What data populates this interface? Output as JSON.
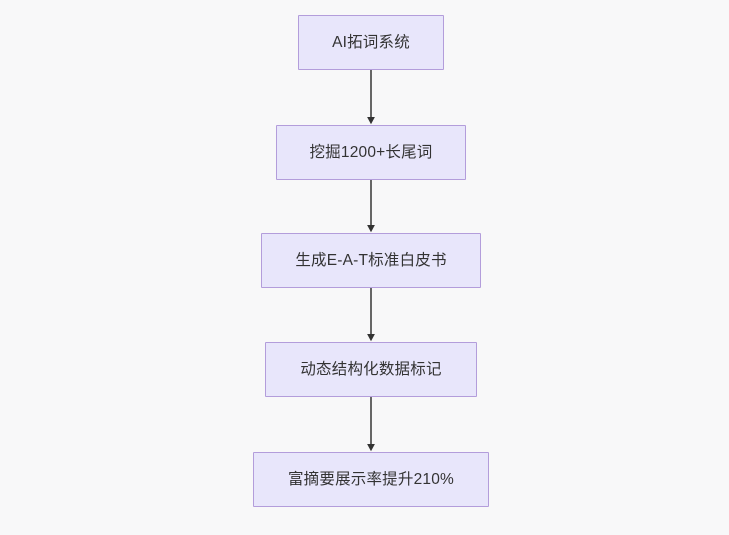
{
  "diagram": {
    "type": "flowchart",
    "direction": "top-to-bottom",
    "background_color": "#f8f8f9",
    "node_fill_color": "#e8e6fb",
    "node_border_color": "#b39ddb",
    "node_text_color": "#333333",
    "edge_color": "#666666",
    "arrowhead_color": "#333333",
    "nodes": [
      {
        "id": "n0",
        "label": "AI拓词系统"
      },
      {
        "id": "n1",
        "label": "挖掘1200+长尾词"
      },
      {
        "id": "n2",
        "label": "生成E-A-T标准白皮书"
      },
      {
        "id": "n3",
        "label": "动态结构化数据标记"
      },
      {
        "id": "n4",
        "label": "富摘要展示率提升210%"
      }
    ],
    "edges": [
      {
        "from": "n0",
        "to": "n1",
        "label": ""
      },
      {
        "from": "n1",
        "to": "n2",
        "label": ""
      },
      {
        "from": "n2",
        "to": "n3",
        "label": ""
      },
      {
        "from": "n3",
        "to": "n4",
        "label": ""
      }
    ]
  }
}
